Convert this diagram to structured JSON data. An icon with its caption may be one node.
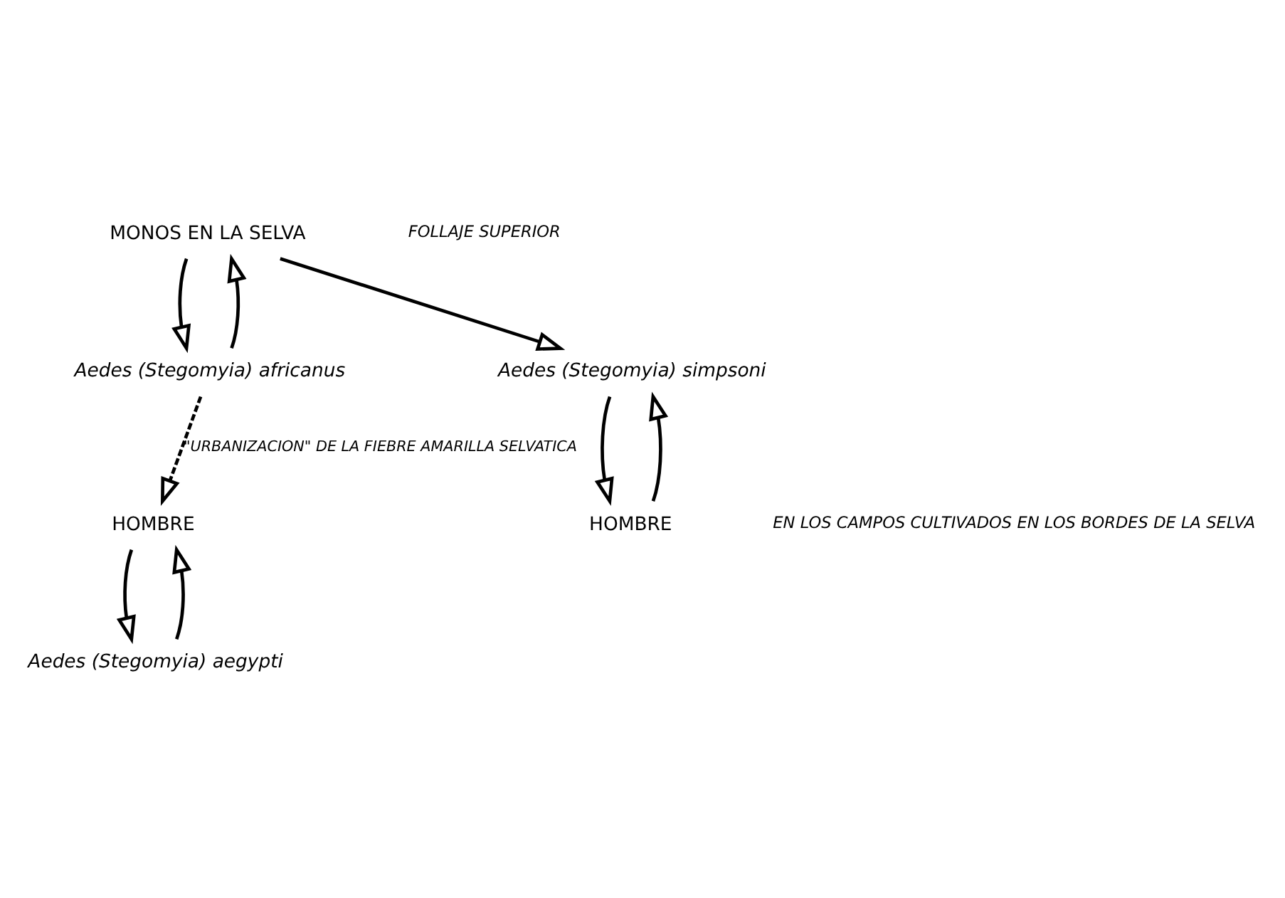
{
  "diagram": {
    "nodes": [
      {
        "text": [
          "MONOS EN LA SELVA"
        ]
      },
      {
        "text": [
          "Aedes (Stegomyia) africanus"
        ]
      },
      {
        "text": [
          "Aedes (Stegomyia) simpsoni"
        ]
      },
      {
        "text": [
          "HOMBRE"
        ]
      },
      {
        "text": [
          "HOMBRE"
        ]
      },
      {
        "text": [
          "Aedes (Stegomyia) aegypti"
        ]
      }
    ],
    "edges": [
      {
        "from": 0,
        "to": 1,
        "arrow": "to"
      },
      {
        "from": 1,
        "to": 0,
        "arrow": "to"
      },
      {
        "from": 0,
        "to": 2,
        "arrow": "to"
      },
      {
        "from": 2,
        "to": 3,
        "arrow": "to"
      },
      {
        "from": 3,
        "to": 2,
        "arrow": "to"
      },
      {
        "from": 1,
        "to": 4,
        "arrow": "to",
        "style": "dashed",
        "label": "\"URBANIZACION\" DE LA FIEBRE AMARILLA SELVATICA"
      },
      {
        "from": 4,
        "to": 5,
        "arrow": "to"
      },
      {
        "from": 5,
        "to": 4,
        "arrow": "to"
      }
    ],
    "labels": [
      "FOLLAJE SUPERIOR",
      "EN LOS CAMPOS CULTIVADOS EN LOS BORDES DE LA SELVA"
    ]
  }
}
